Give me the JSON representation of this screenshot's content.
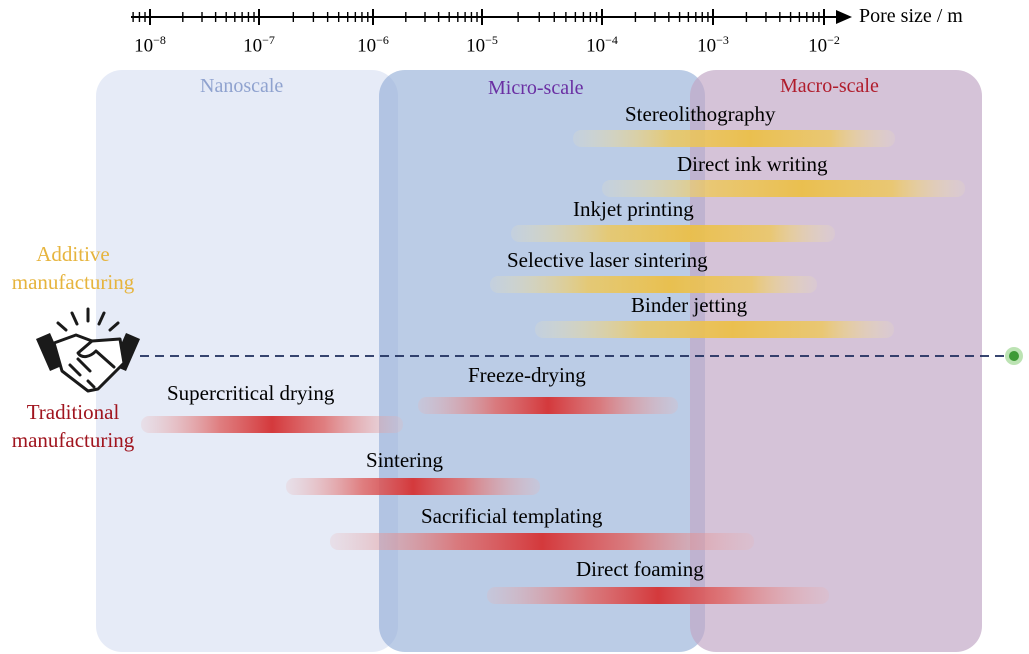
{
  "axis": {
    "title": "Pore size / m",
    "ticks": [
      {
        "base": "10",
        "exp": "−8"
      },
      {
        "base": "10",
        "exp": "−7"
      },
      {
        "base": "10",
        "exp": "−6"
      },
      {
        "base": "10",
        "exp": "−5"
      },
      {
        "base": "10",
        "exp": "−4"
      },
      {
        "base": "10",
        "exp": "−3"
      },
      {
        "base": "10",
        "exp": "−2"
      }
    ],
    "scale": "log"
  },
  "regions": {
    "nano": {
      "label": "Nanoscale",
      "color": "#8fa2cf"
    },
    "micro": {
      "label": "Micro-scale",
      "color": "#6a2fa3"
    },
    "macro": {
      "label": "Macro-scale",
      "color": "#b01c2c"
    }
  },
  "groups": {
    "additive": {
      "label_line1": "Additive",
      "label_line2": "manufacturing",
      "color": "#e6b43d"
    },
    "traditional": {
      "label_line1": "Traditional",
      "label_line2": "manufacturing",
      "color": "#a0141e"
    }
  },
  "methods": {
    "stereolithography": "Stereolithography",
    "direct_ink_writing": "Direct ink writing",
    "inkjet_printing": "Inkjet printing",
    "selective_laser_sintering": "Selective laser sintering",
    "binder_jetting": "Binder jetting",
    "supercritical_drying": "Supercritical drying",
    "freeze_drying": "Freeze-drying",
    "sintering": "Sintering",
    "sacrificial_templating": "Sacrificial templating",
    "direct_foaming": "Direct foaming"
  },
  "icons": {
    "handshake": "handshake-icon",
    "endpoint": "green-dot-icon"
  }
}
